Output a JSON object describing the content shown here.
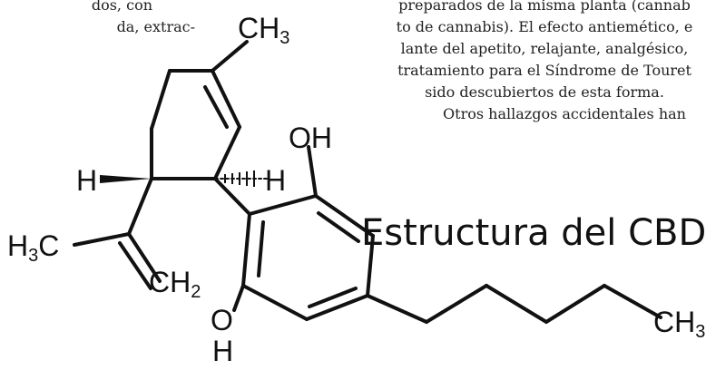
{
  "left_column": [
    {
      "text": "dos, con"
    },
    {
      "text": "da, extrac-"
    }
  ],
  "right_column": [
    {
      "text": "preparados de la misma planta (cannab"
    },
    {
      "text": "to de cannabis). El efecto antiemético, e"
    },
    {
      "text": "lante del apetito, relajante, analgésico,"
    },
    {
      "text": "tratamiento para el Síndrome de Touret"
    },
    {
      "text": "sido descubiertos de esta forma."
    },
    {
      "text": "Otros hallazgos accidentales han"
    }
  ],
  "heading": "Estructura del CBD",
  "molecule": {
    "labels": {
      "ch3_top": {
        "main": "CH",
        "sub": "3"
      },
      "oh_top": "OH",
      "h_left": "H",
      "h_right": "H",
      "h3c": {
        "main": "H",
        "sub": "3",
        "tail": "C"
      },
      "ch2": {
        "main": "CH",
        "sub": "2"
      },
      "o_bottom": "O",
      "h_bottom": "H",
      "ch3_chain": {
        "main": "CH",
        "sub": "3"
      }
    }
  }
}
